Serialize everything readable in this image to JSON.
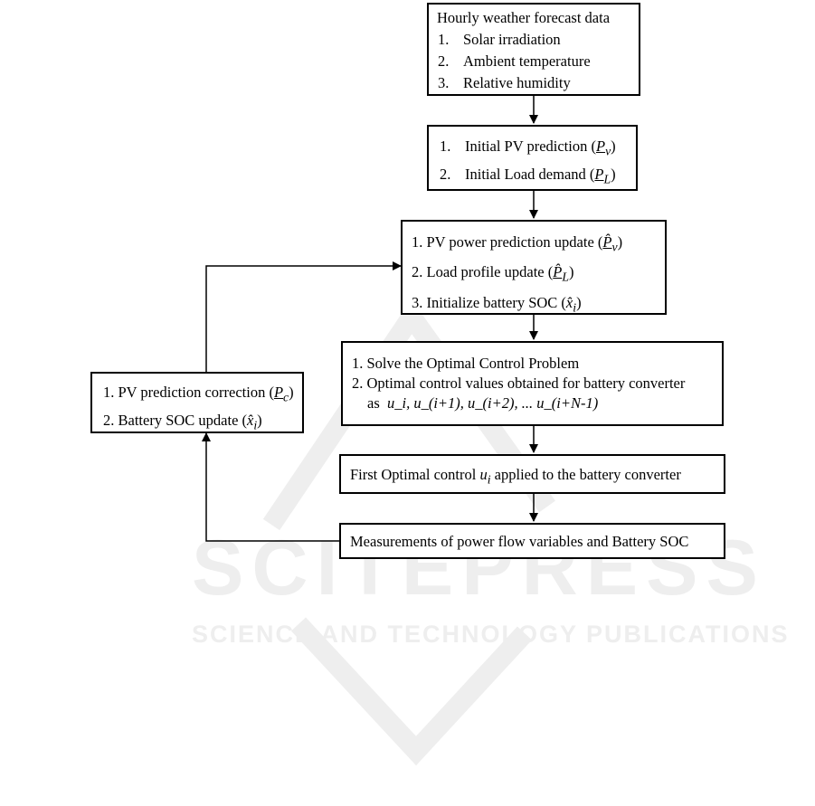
{
  "weather_box": {
    "title": "Hourly weather forecast  data",
    "items": [
      {
        "num": "1.",
        "text": "Solar irradiation"
      },
      {
        "num": "2.",
        "text": "Ambient temperature"
      },
      {
        "num": "3.",
        "text": "Relative humidity"
      }
    ]
  },
  "initial_box": {
    "items": [
      {
        "num": "1.",
        "text": "Initial PV prediction (",
        "sym": "P",
        "sub": "v",
        "close": ")"
      },
      {
        "num": "2.",
        "text": "Initial Load demand (",
        "sym": "P",
        "sub": "L",
        "close": ")"
      }
    ]
  },
  "update_box": {
    "items": [
      {
        "num": "1.",
        "text": "PV power prediction update (",
        "sym": "P̂",
        "sub": "v",
        "close": ")"
      },
      {
        "num": "2.",
        "text": "Load profile update (",
        "sym": "P̂",
        "sub": "L",
        "close": ")"
      },
      {
        "num": "3.",
        "text": "Initialize battery SOC (",
        "sym": "x̂",
        "sub": "i",
        "close": ")"
      }
    ]
  },
  "optimal_box": {
    "items": [
      {
        "num": "1.",
        "text": "Solve the Optimal Control Problem"
      },
      {
        "num": "2.",
        "text": "Optimal control values obtained for battery converter"
      }
    ],
    "as_label": "as",
    "sequence": "u_i, u_(i+1), u_(i+2), ... u_(i+N-1)"
  },
  "apply_box": {
    "text_before": "First Optimal control ",
    "sym": "u",
    "sub": "i",
    "text_after": " applied to the battery converter"
  },
  "measure_box": {
    "text": "Measurements of  power flow variables and Battery SOC"
  },
  "correction_box": {
    "items": [
      {
        "num": "1.",
        "text": "PV prediction correction (",
        "sym": "P",
        "sub": "c",
        "close": ")"
      },
      {
        "num": "2.",
        "text": "Battery SOC update (",
        "sym": "x̂",
        "sub": "i",
        "close": ")"
      }
    ]
  },
  "watermark": {
    "big": "SCITEPRESS",
    "small": "SCIENCE AND TECHNOLOGY PUBLICATIONS"
  },
  "colors": {
    "line": "#000000",
    "watermark": "#eeeeee"
  }
}
